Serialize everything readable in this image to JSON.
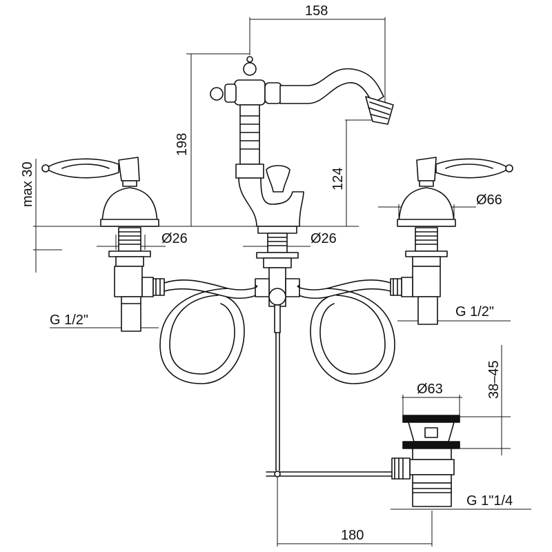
{
  "dimensions": {
    "spout_reach": "158",
    "overall_height": "198",
    "spout_height": "124",
    "handle_max": "max 30",
    "hole_left": "Ø26",
    "hole_center": "Ø26",
    "rosette": "Ø66",
    "thread_left": "G 1/2\"",
    "thread_right": "G 1/2\"",
    "waste_dia": "Ø63",
    "waste_range": "38–45",
    "waste_thread": "G 1\"1/4",
    "waste_offset": "180"
  }
}
